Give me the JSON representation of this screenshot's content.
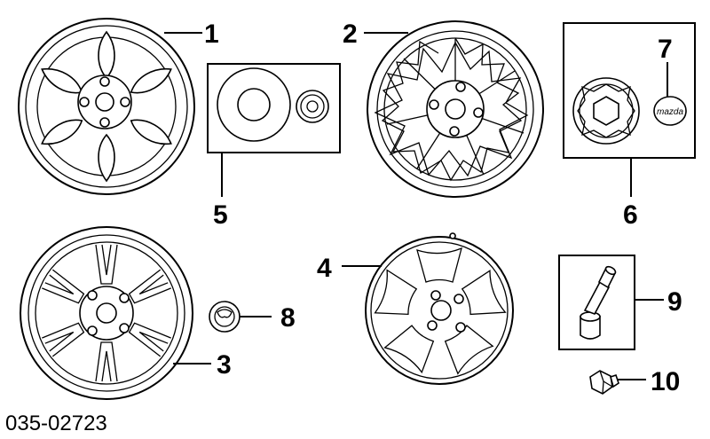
{
  "callouts": {
    "c1": "1",
    "c2": "2",
    "c3": "3",
    "c4": "4",
    "c5": "5",
    "c6": "6",
    "c7": "7",
    "c8": "8",
    "c9": "9",
    "c10": "10"
  },
  "diagram_code": "035-02723",
  "cap_logo_text": "mazda"
}
